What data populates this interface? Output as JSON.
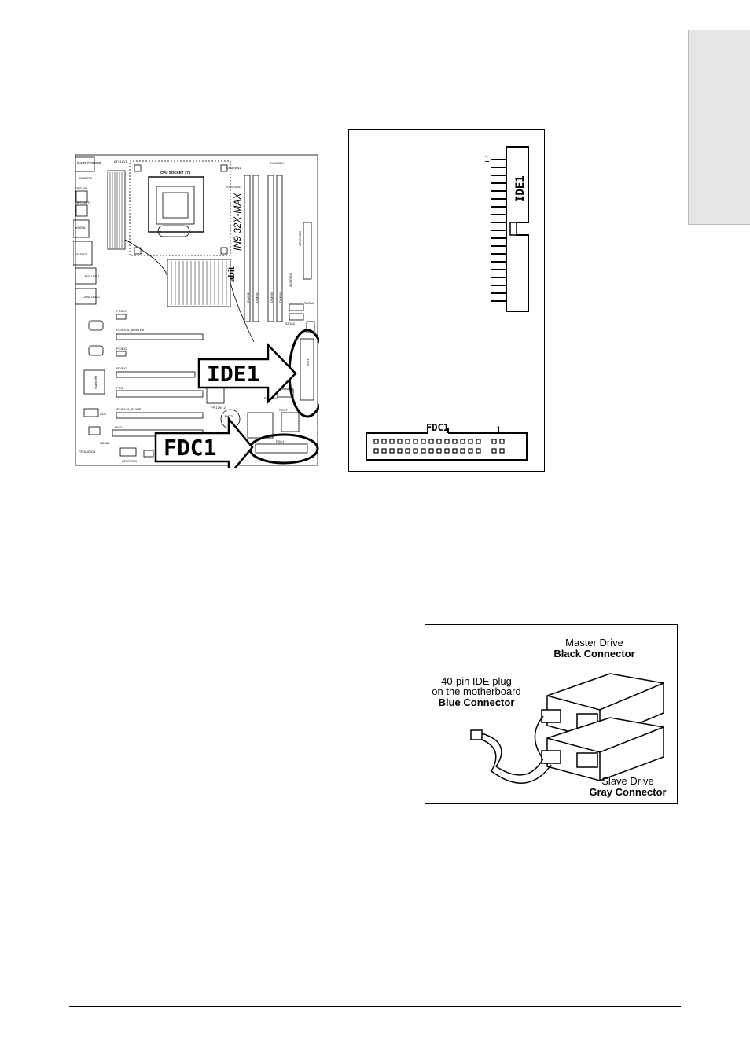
{
  "figure1": {
    "board_model": "IN9 32X-MAX",
    "brand": "abit",
    "socket_label": "CPU SOCKET 775",
    "ide_callout": "IDE1",
    "fdc_callout": "FDC1",
    "board_labels": {
      "mouse_kb": "Mouse Keyboard",
      "atx12v": "ATX12V1",
      "auxfan1": "AUXFAN1",
      "cpufan": "CPUFAN1",
      "sysfan": "SYSFAN1",
      "cmos": "CCMOS1",
      "opt_in": "OPT-IN1",
      "opt_out": "OPT-OUT1",
      "esata": "eSATA1",
      "audio": "AUDIO1",
      "lan1": "LAN1 USB1",
      "lan2": "LAN2 USB2",
      "pcie1": "PCIEX1",
      "pciex16_master": "PCIEX16_MASTER",
      "pcie2": "PCIEX2",
      "pcie3": "PCIEX3",
      "super_io": "Super I/O",
      "pci1": "PCI1",
      "pciex16_slave": "PCIEX16_SLAVE",
      "pci2": "PCI2",
      "cd1": "CD1",
      "fp_audio": "FP-AUDIO1",
      "hdmi": "HDMI1",
      "atxpwr": "ATXPWR1",
      "bat": "BAT1",
      "post": "POST",
      "fp_1394": "FP-1394 2",
      "fp_usb": "FP-USB3",
      "sata1": "SATA1",
      "sata2": "SATA2",
      "auxfan2": "AUXFAN2",
      "atxpwr1": "ATXPWR1",
      "dimm1": "DIMM1",
      "dimm2": "DIMM2",
      "dimm3": "DIMM3",
      "dimm4": "DIMM4",
      "ide_small": "IDE1",
      "fdc_small": "FDC1"
    }
  },
  "figure2": {
    "ide_label": "IDE1",
    "ide_pin1": "1",
    "fdc_label": "FDC1",
    "fdc_pin1": "1"
  },
  "figure3": {
    "master_line1": "Master Drive",
    "master_line2": "Black Connector",
    "plug_line1": "40-pin IDE plug",
    "plug_line2": "on the motherboard",
    "plug_line3": "Blue Connector",
    "slave_line1": "Slave Drive",
    "slave_line2": "Gray Connector"
  }
}
